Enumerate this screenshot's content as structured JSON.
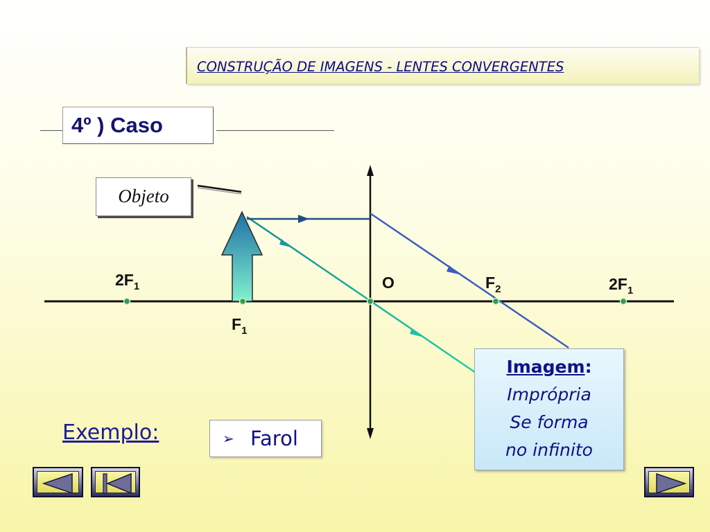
{
  "header": {
    "title": "CONSTRUÇÃO DE IMAGENS - LENTES  CONVERGENTES"
  },
  "case": {
    "label": "4º ) Caso"
  },
  "object_box": {
    "label": "Objeto"
  },
  "labels": {
    "left_2f": "2F",
    "left_2f_sub": "1",
    "f1": "F",
    "f1_sub": "1",
    "center": "O",
    "f2": "F",
    "f2_sub": "2",
    "right_2f": "2F",
    "right_2f_sub": "1"
  },
  "image_box": {
    "title": "Imagem",
    "colon": ":",
    "line1": "Imprópria",
    "line2": "Se forma",
    "line3": "no infinito"
  },
  "example": {
    "label": "Exemplo:",
    "item": "Farol"
  },
  "nav": {
    "prev": "previous-slide",
    "first": "first-slide",
    "next": "next-slide"
  },
  "colors": {
    "axis": "#111111",
    "ray_parallel": "#1f4f80",
    "ray_refracted": "#3a5fc0",
    "ray_center": "#20a8a0",
    "point": "#2e9d55",
    "text_dark_blue": "#10108a",
    "arrow_top": "#1f6fa5",
    "arrow_bottom": "#80f2cf"
  }
}
